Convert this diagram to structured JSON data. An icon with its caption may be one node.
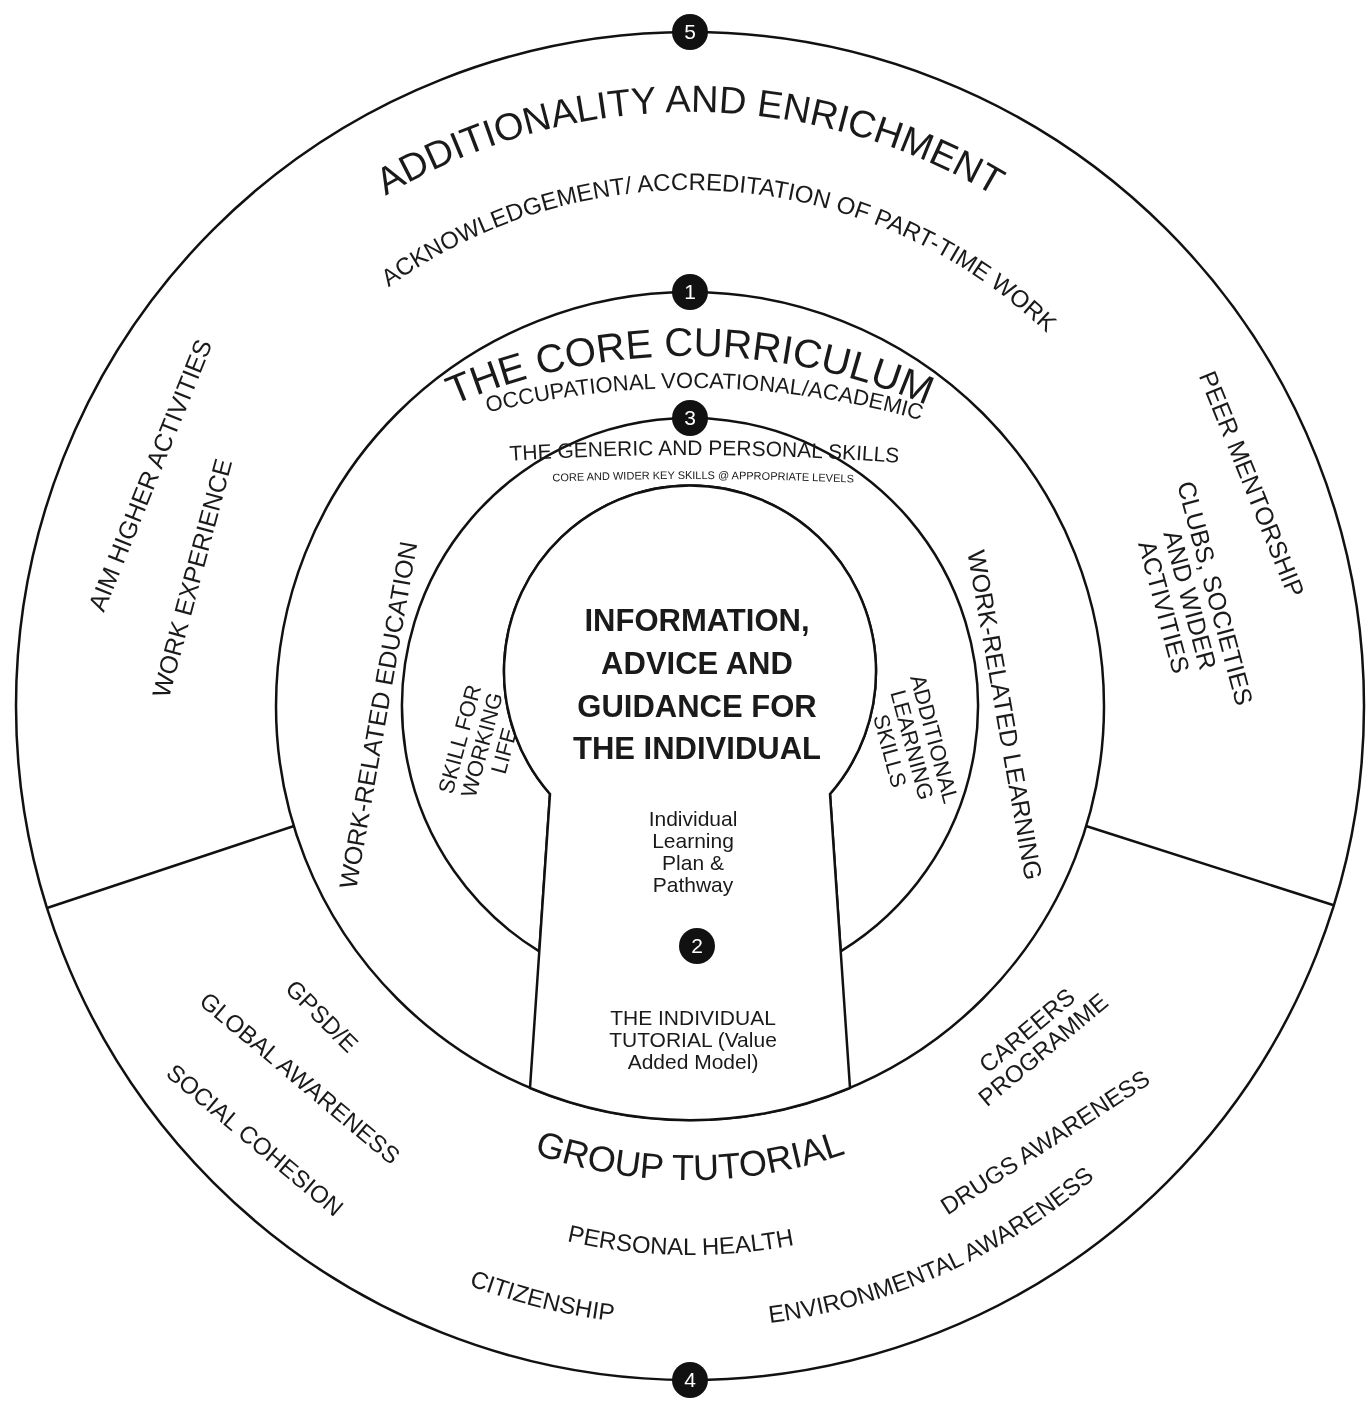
{
  "diagram": {
    "nodes": [
      {
        "text": [
          "ADDITIONALITY AND ENRICHMENT",
          "ACKNOWLEDGEMENT/ ACCREDITATION OF PART-TIME WORK",
          "AIM HIGHER ACTIVITIES",
          "WORK EXPERIENCE",
          "PEER MENTORSHIP",
          "CLUBS, SOCIETIES AND WIDER ACTIVITIES",
          "GROUP TUTORIAL",
          "GPSD/E",
          "GLOBAL AWARENESS",
          "SOCIAL COHESION",
          "PERSONAL HEALTH",
          "CITIZENSHIP",
          "CAREERS PROGRAMME",
          "DRUGS AWARENESS",
          "ENVIRONMENTAL AWARENESS"
        ]
      },
      {
        "text": [
          "THE CORE CURRICULUM",
          "OCCUPATIONAL VOCATIONAL/ACADEMIC",
          "WORK-RELATED EDUCATION",
          "WORK-RELATED LEARNING"
        ],
        "in": 0
      },
      {
        "text": [
          "THE GENERIC AND PERSONAL SKILLS",
          "CORE AND WIDER KEY SKILLS @ APPROPRIATE LEVELS",
          "SKILL FOR WORKING LIFE",
          "ADDITIONAL LEARNING SKILLS"
        ],
        "in": 1
      },
      {
        "text": [
          "INFORMATION, ADVICE AND GUIDANCE FOR THE INDIVIDUAL",
          "Individual Learning Plan & Pathway",
          "THE INDIVIDUAL TUTORIAL (Value Added Model)"
        ],
        "in": 1
      },
      {
        "text": [
          "5"
        ]
      },
      {
        "text": [
          "1"
        ],
        "in": 0
      },
      {
        "text": [
          "3"
        ],
        "in": 1
      },
      {
        "text": [
          "2"
        ],
        "in": 3
      },
      {
        "text": [
          "4"
        ]
      }
    ]
  }
}
